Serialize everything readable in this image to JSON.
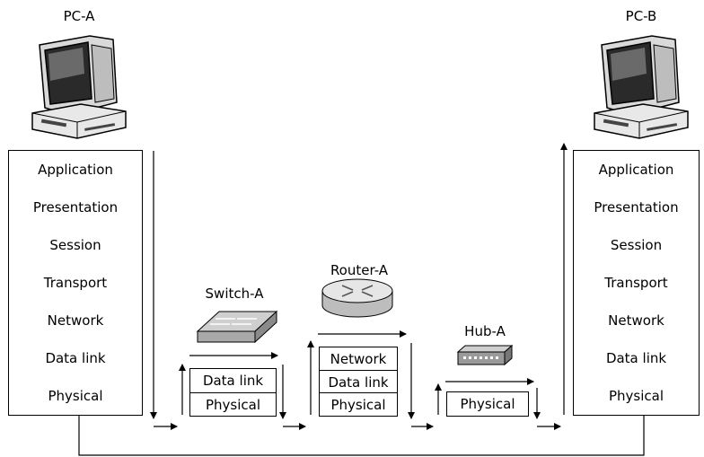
{
  "pc_a": {
    "name": "PC-A",
    "layers": [
      "Application",
      "Presentation",
      "Session",
      "Transport",
      "Network",
      "Data link",
      "Physical"
    ]
  },
  "pc_b": {
    "name": "PC-B",
    "layers": [
      "Application",
      "Presentation",
      "Session",
      "Transport",
      "Network",
      "Data link",
      "Physical"
    ]
  },
  "switch_a": {
    "name": "Switch-A",
    "layers": [
      "Data link",
      "Physical"
    ]
  },
  "router_a": {
    "name": "Router-A",
    "layers": [
      "Network",
      "Data link",
      "Physical"
    ]
  },
  "hub_a": {
    "name": "Hub-A",
    "layers": [
      "Physical"
    ]
  }
}
